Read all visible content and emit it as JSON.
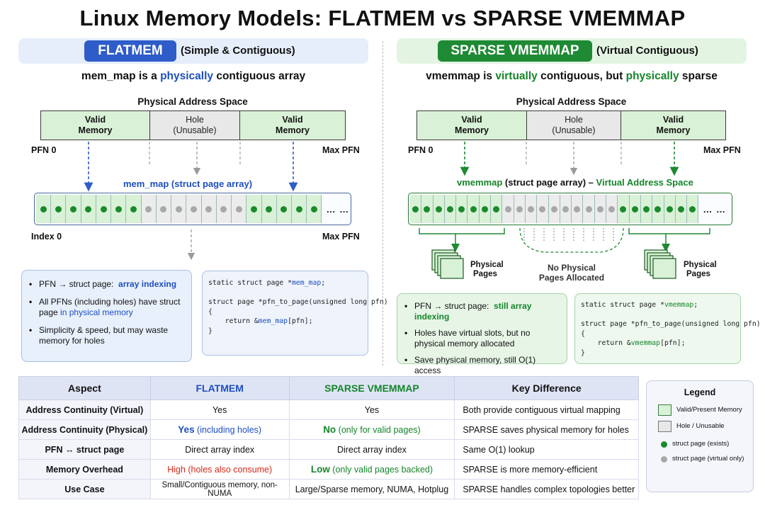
{
  "title": "Linux Memory Models: FLATMEM vs SPARSE VMEMMAP",
  "colors": {
    "flatmem_blue": "#2e5cc9",
    "sparse_green": "#1e8a33",
    "valid_fill": "#d9f1d6",
    "hole_fill": "#e8e8e8",
    "dot_green": "#1a8a2c",
    "dot_gray": "#a8a8a8"
  },
  "left": {
    "pill": "FLATMEM",
    "pill_sub": "(Simple & Contiguous)",
    "subtitle": {
      "a": "mem_map is a ",
      "b": "physically",
      "c": " contiguous array"
    },
    "pas_label": "Physical Address Space",
    "blocks": [
      {
        "l1": "Valid",
        "l2": "Memory"
      },
      {
        "l1": "Hole",
        "l2": "(Unusable)"
      },
      {
        "l1": "Valid",
        "l2": "Memory"
      }
    ],
    "pfn0": "PFN 0",
    "maxpfn": "Max PFN",
    "array_label": {
      "a": "mem_map",
      "b": " (struct page array)"
    },
    "index0": "Index 0",
    "array_maxpfn": "Max PFN",
    "ellipsis": "… …",
    "bullets": {
      "b1a": "PFN → struct page:",
      "b1b": "array indexing",
      "b2a": "All PFNs (including holes) have struct page",
      "b2b": "in physical memory",
      "b3": "Simplicity & speed, but may waste memory for holes"
    },
    "code": {
      "l1a": "static struct page *",
      "l1b": "mem_map",
      "l1c": ";",
      "l2": "struct page *pfn_to_page(unsigned long pfn)",
      "l3": "{",
      "l4a": "    return &",
      "l4b": "mem_map",
      "l4c": "[pfn];",
      "l5": "}"
    }
  },
  "right": {
    "pill": "SPARSE VMEMMAP",
    "pill_sub": "(Virtual Contiguous)",
    "subtitle": {
      "a": "vmemmap is ",
      "b": "virtually",
      "c": " contiguous, but ",
      "d": "physically",
      "e": " sparse"
    },
    "pas_label": "Physical Address Space",
    "blocks": [
      {
        "l1": "Valid",
        "l2": "Memory"
      },
      {
        "l1": "Hole",
        "l2": "(Unusable)"
      },
      {
        "l1": "Valid",
        "l2": "Memory"
      }
    ],
    "pfn0": "PFN 0",
    "maxpfn": "Max PFN",
    "array_label": {
      "a": "vmemmap",
      "b": " (struct page array) – ",
      "c": "Virtual Address Space"
    },
    "ellipsis": "… …",
    "phys_pages_1": {
      "l1": "Physical",
      "l2": "Pages"
    },
    "no_phys": {
      "l1": "No Physical",
      "l2": "Pages Allocated"
    },
    "phys_pages_2": {
      "l1": "Physical",
      "l2": "Pages"
    },
    "bullets": {
      "b1a": "PFN → struct page:",
      "b1b": "still array indexing",
      "b2": "Holes have virtual slots, but no physical memory allocated",
      "b3": "Save physical memory, still O(1) access"
    },
    "code": {
      "l1a": "static struct page *",
      "l1b": "vmemmap",
      "l1c": ";",
      "l2": "struct page *pfn_to_page(unsigned long pfn)",
      "l3": "{",
      "l4a": "    return &",
      "l4b": "vmemmap",
      "l4c": "[pfn];",
      "l5": "}"
    }
  },
  "table": {
    "headers": [
      "Aspect",
      "FLATMEM",
      "SPARSE VMEMMAP",
      "Key Difference"
    ],
    "rows": [
      {
        "aspect": "Address Continuity (Virtual)",
        "flat_a": "Yes",
        "flat_b": "",
        "sparse_a": "Yes",
        "sparse_b": "",
        "key": "Both provide contiguous virtual mapping"
      },
      {
        "aspect": "Address Continuity (Physical)",
        "flat_a": "Yes",
        "flat_b": " (including holes)",
        "sparse_a": "No",
        "sparse_b": " (only for valid pages)",
        "key": "SPARSE saves physical memory for holes"
      },
      {
        "aspect": "PFN ↔ struct page",
        "flat_a": "Direct array index",
        "flat_b": "",
        "sparse_a": "Direct array index",
        "sparse_b": "",
        "key": "Same O(1) lookup"
      },
      {
        "aspect": "Memory Overhead",
        "flat_a": "High (holes also consume)",
        "flat_b": "",
        "sparse_a": "Low",
        "sparse_b": " (only valid pages backed)",
        "key": "SPARSE is more memory-efficient"
      },
      {
        "aspect": "Use Case",
        "flat_a": "Small/Contiguous memory, non-NUMA",
        "flat_b": "",
        "sparse_a": "Large/Sparse memory, NUMA, Hotplug",
        "sparse_b": "",
        "key": "SPARSE handles complex topologies better"
      }
    ]
  },
  "legend": {
    "title": "Legend",
    "items": [
      "Valid/Present Memory",
      "Hole / Unusable",
      "struct page (exists)",
      "struct page (virtual only)"
    ]
  }
}
